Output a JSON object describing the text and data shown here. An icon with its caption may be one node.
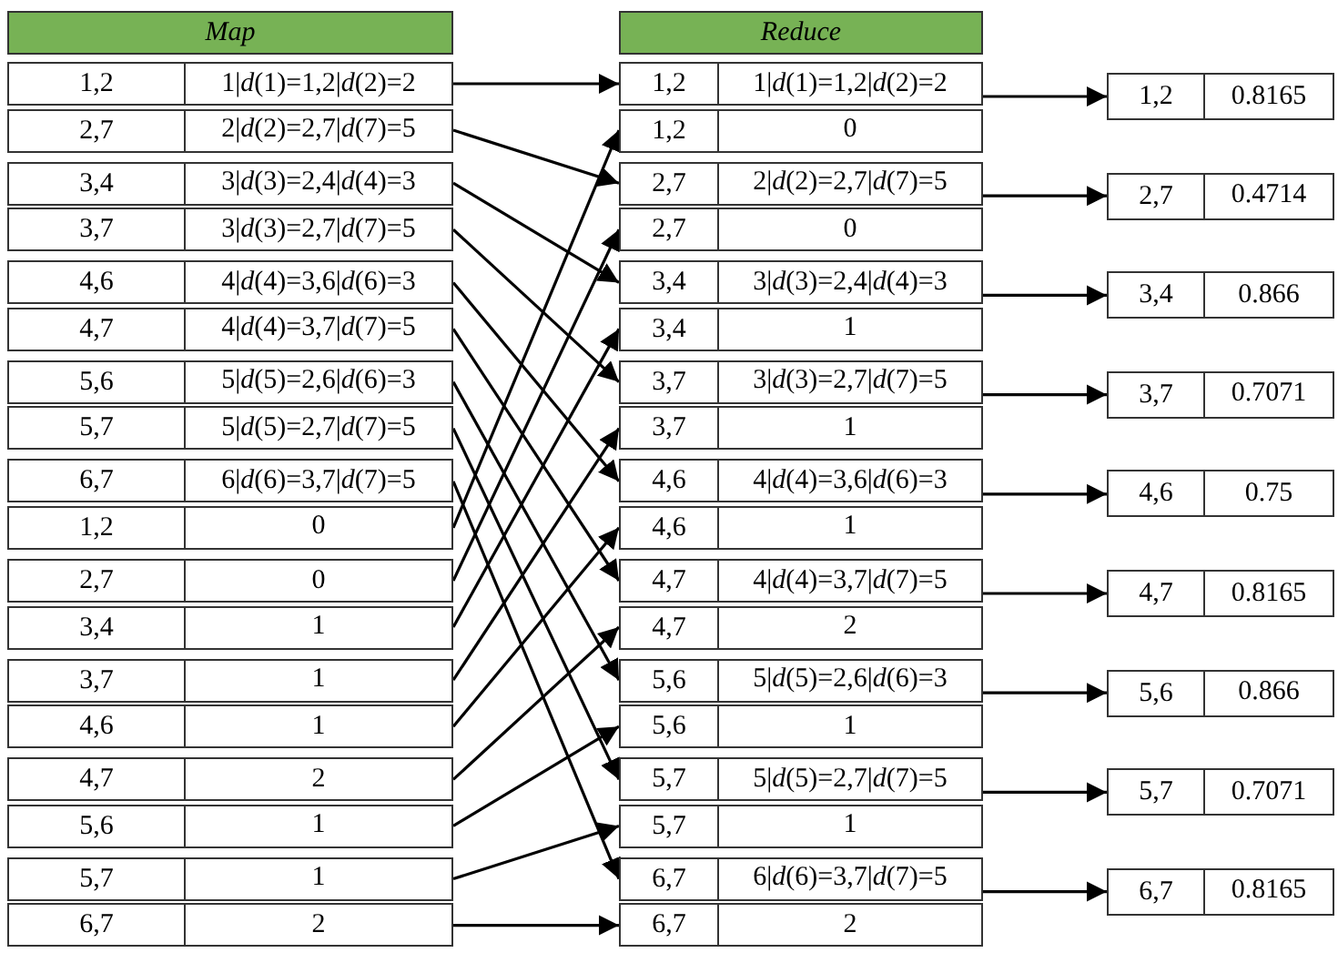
{
  "diagram": {
    "nodes": [
      {
        "text": [
          "Map"
        ]
      },
      {
        "text": [
          "1,2",
          "1|*d*(1)=1,2|*d*(2)=2"
        ]
      },
      {
        "text": [
          "2,7",
          "2|*d*(2)=2,7|*d*(7)=5"
        ]
      },
      {
        "text": [
          "3,4",
          "3|*d*(3)=2,4|*d*(4)=3"
        ]
      },
      {
        "text": [
          "3,7",
          "3|*d*(3)=2,7|*d*(7)=5"
        ]
      },
      {
        "text": [
          "4,6",
          "4|*d*(4)=3,6|*d*(6)=3"
        ]
      },
      {
        "text": [
          "4,7",
          "4|*d*(4)=3,7|*d*(7)=5"
        ]
      },
      {
        "text": [
          "5,6",
          "5|*d*(5)=2,6|*d*(6)=3"
        ]
      },
      {
        "text": [
          "5,7",
          "5|*d*(5)=2,7|*d*(7)=5"
        ]
      },
      {
        "text": [
          "6,7",
          "6|*d*(6)=3,7|*d*(7)=5"
        ]
      },
      {
        "text": [
          "1,2",
          "0"
        ]
      },
      {
        "text": [
          "2,7",
          "0"
        ]
      },
      {
        "text": [
          "3,4",
          "1"
        ]
      },
      {
        "text": [
          "3,7",
          "1"
        ]
      },
      {
        "text": [
          "4,6",
          "1"
        ]
      },
      {
        "text": [
          "4,7",
          "2"
        ]
      },
      {
        "text": [
          "5,6",
          "1"
        ]
      },
      {
        "text": [
          "5,7",
          "1"
        ]
      },
      {
        "text": [
          "6,7",
          "2"
        ]
      },
      {
        "text": [
          "Reduce"
        ]
      },
      {
        "text": [
          "1,2",
          "1|*d*(1)=1,2|*d*(2)=2"
        ]
      },
      {
        "text": [
          "1,2",
          "0"
        ]
      },
      {
        "text": [
          "2,7",
          "2|*d*(2)=2,7|*d*(7)=5"
        ]
      },
      {
        "text": [
          "2,7",
          "0"
        ]
      },
      {
        "text": [
          "3,4",
          "3|*d*(3)=2,4|*d*(4)=3"
        ]
      },
      {
        "text": [
          "3,4",
          "1"
        ]
      },
      {
        "text": [
          "3,7",
          "3|*d*(3)=2,7|*d*(7)=5"
        ]
      },
      {
        "text": [
          "3,7",
          "1"
        ]
      },
      {
        "text": [
          "4,6",
          "4|*d*(4)=3,6|*d*(6)=3"
        ]
      },
      {
        "text": [
          "4,6",
          "1"
        ]
      },
      {
        "text": [
          "4,7",
          "4|*d*(4)=3,7|*d*(7)=5"
        ]
      },
      {
        "text": [
          "4,7",
          "2"
        ]
      },
      {
        "text": [
          "5,6",
          "5|*d*(5)=2,6|*d*(6)=3"
        ]
      },
      {
        "text": [
          "5,6",
          "1"
        ]
      },
      {
        "text": [
          "5,7",
          "5|*d*(5)=2,7|*d*(7)=5"
        ]
      },
      {
        "text": [
          "5,7",
          "1"
        ]
      },
      {
        "text": [
          "6,7",
          "6|*d*(6)=3,7|*d*(7)=5"
        ]
      },
      {
        "text": [
          "6,7",
          "2"
        ]
      },
      {
        "text": [
          "1,2",
          "0.8165"
        ]
      },
      {
        "text": [
          "2,7",
          "0.4714"
        ]
      },
      {
        "text": [
          "3,4",
          "0.866"
        ]
      },
      {
        "text": [
          "3,7",
          "0.7071"
        ]
      },
      {
        "text": [
          "4,6",
          "0.75"
        ]
      },
      {
        "text": [
          "4,7",
          "0.8165"
        ]
      },
      {
        "text": [
          "5,6",
          "0.866"
        ]
      },
      {
        "text": [
          "5,7",
          "0.7071"
        ]
      },
      {
        "text": [
          "6,7",
          "0.8165"
        ]
      }
    ],
    "edges": [
      {
        "from": 1,
        "to": 20,
        "arrow": "to"
      },
      {
        "from": 2,
        "to": 22,
        "arrow": "to"
      },
      {
        "from": 3,
        "to": 24,
        "arrow": "to"
      },
      {
        "from": 4,
        "to": 26,
        "arrow": "to"
      },
      {
        "from": 5,
        "to": 28,
        "arrow": "to"
      },
      {
        "from": 6,
        "to": 30,
        "arrow": "to"
      },
      {
        "from": 7,
        "to": 32,
        "arrow": "to"
      },
      {
        "from": 8,
        "to": 34,
        "arrow": "to"
      },
      {
        "from": 9,
        "to": 36,
        "arrow": "to"
      },
      {
        "from": 10,
        "to": 21,
        "arrow": "to"
      },
      {
        "from": 11,
        "to": 23,
        "arrow": "to"
      },
      {
        "from": 12,
        "to": 25,
        "arrow": "to"
      },
      {
        "from": 13,
        "to": 27,
        "arrow": "to"
      },
      {
        "from": 14,
        "to": 29,
        "arrow": "to"
      },
      {
        "from": 15,
        "to": 31,
        "arrow": "to"
      },
      {
        "from": 16,
        "to": 33,
        "arrow": "to"
      },
      {
        "from": 17,
        "to": 35,
        "arrow": "to"
      },
      {
        "from": 18,
        "to": 37,
        "arrow": "to"
      },
      {
        "from": 20,
        "to": 38,
        "arrow": "to"
      },
      {
        "from": 22,
        "to": 39,
        "arrow": "to"
      },
      {
        "from": 24,
        "to": 40,
        "arrow": "to"
      },
      {
        "from": 26,
        "to": 41,
        "arrow": "to"
      },
      {
        "from": 28,
        "to": 42,
        "arrow": "to"
      },
      {
        "from": 30,
        "to": 43,
        "arrow": "to"
      },
      {
        "from": 32,
        "to": 44,
        "arrow": "to"
      },
      {
        "from": 34,
        "to": 45,
        "arrow": "to"
      },
      {
        "from": 36,
        "to": 46,
        "arrow": "to"
      }
    ]
  }
}
